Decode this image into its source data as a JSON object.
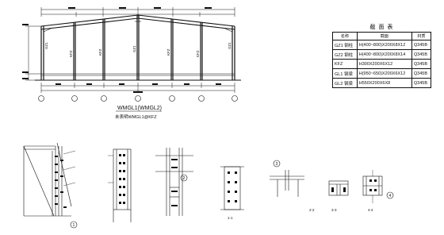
{
  "frame": {
    "caption": "WMGL1(WMGL2)",
    "subcaption": "未表明WMGL1@KFZ",
    "column_labels": [
      "GZ1",
      "KFZ",
      "KFZ",
      "GZ1",
      "KFZ",
      "KFZ",
      "GZ1"
    ]
  },
  "section_table": {
    "title": "截 面 表",
    "headers": [
      "名称",
      "截面",
      "材质"
    ],
    "rows": [
      {
        "name": "GZ1",
        "note": "钢柱",
        "section": "H(400~800)X200X8X12",
        "material": "Q345B"
      },
      {
        "name": "GZ2",
        "note": "钢柱",
        "section": "H(400~800)X200X8X14",
        "material": "Q345B"
      },
      {
        "name": "KFZ",
        "note": "",
        "section": "H300X200X6X12",
        "material": "Q345B"
      },
      {
        "name": "GL1",
        "note": "钢梁",
        "section": "H(950~650)X200X6X12",
        "material": "Q345B"
      },
      {
        "name": "GL2",
        "note": "钢梁",
        "section": "H550X200X6X8",
        "material": "Q345B"
      }
    ]
  },
  "details": {
    "markers": [
      "1",
      "2",
      "3",
      "4"
    ],
    "section_labels": [
      "1-1",
      "2-2",
      "3-3",
      "4-4"
    ]
  },
  "colors": {
    "line": "#111111",
    "background": "#ffffff"
  }
}
